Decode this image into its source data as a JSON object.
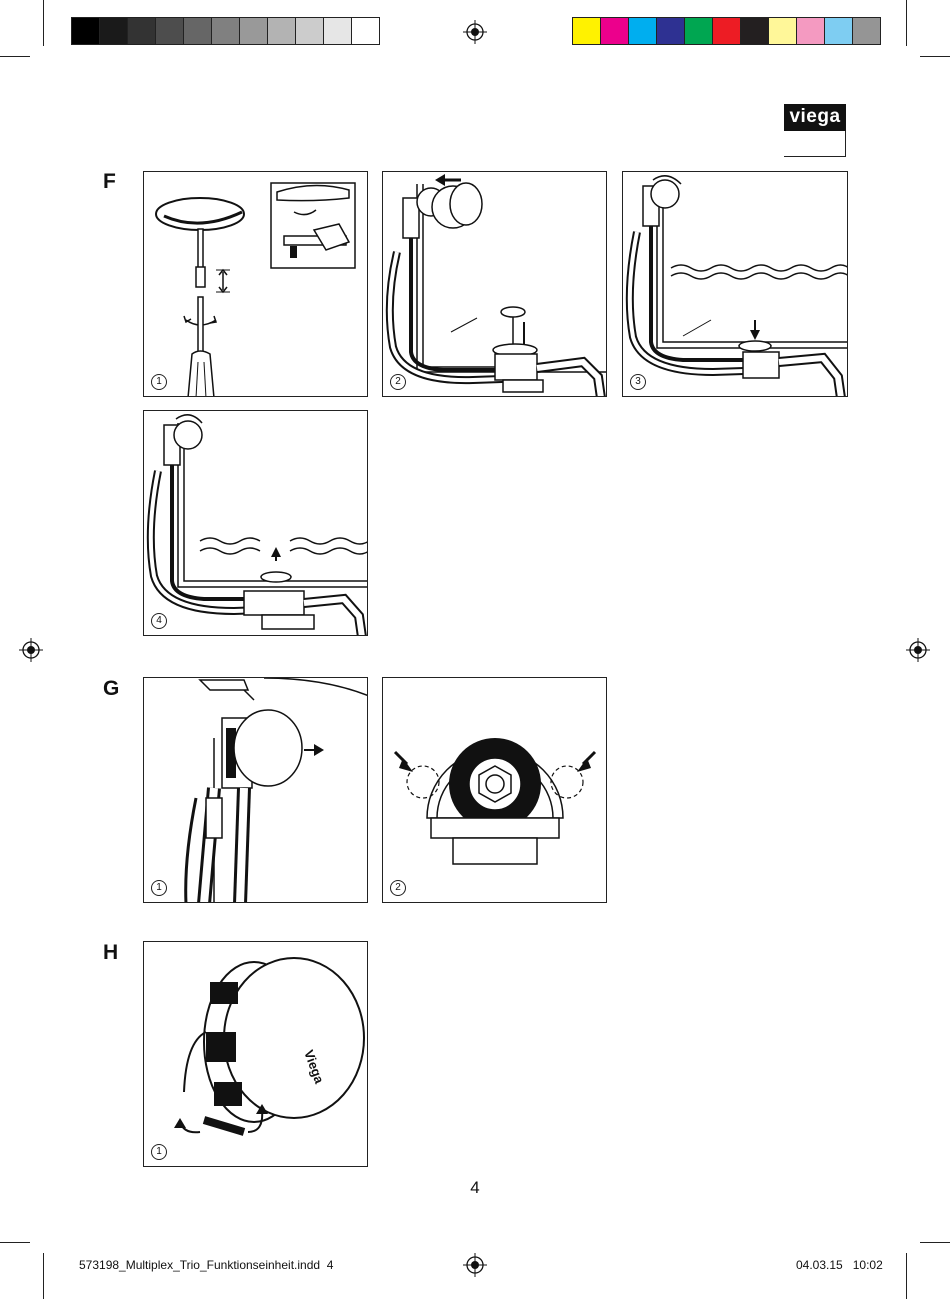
{
  "brand": {
    "logo_text": "viega"
  },
  "color_bar": {
    "grays": [
      "#000000",
      "#1a1a1a",
      "#333333",
      "#4d4d4d",
      "#666666",
      "#808080",
      "#999999",
      "#b3b3b3",
      "#cccccc",
      "#e6e6e6",
      "#ffffff"
    ],
    "colors": [
      "#fff200",
      "#ec008c",
      "#00aeef",
      "#2e3192",
      "#00a651",
      "#ed1c24",
      "#231f20",
      "#fff799",
      "#f49ac1",
      "#7ecdf2",
      "#959595"
    ]
  },
  "sections": {
    "f": {
      "letter": "F",
      "steps": [
        {
          "label": "1",
          "illustration": "pop-up-plug-height-adjustment"
        },
        {
          "label": "2",
          "illustration": "overflow-cap-and-plug-installation"
        },
        {
          "label": "3",
          "illustration": "bath-filling-plug-closed"
        },
        {
          "label": "4",
          "illustration": "bath-draining-plug-open"
        }
      ]
    },
    "g": {
      "letter": "G",
      "steps": [
        {
          "label": "1",
          "illustration": "overflow-cover-removal"
        },
        {
          "label": "2",
          "illustration": "overflow-rosette-clips"
        }
      ]
    },
    "h": {
      "letter": "H",
      "steps": [
        {
          "label": "1",
          "illustration": "overflow-cover-rotation",
          "cover_text": "Viega"
        }
      ]
    }
  },
  "page_number": "4",
  "footer": {
    "file_name": "573198_Multiplex_Trio_Funktionseinheit.indd",
    "file_page": "4",
    "date": "04.03.15",
    "time": "10:02"
  }
}
